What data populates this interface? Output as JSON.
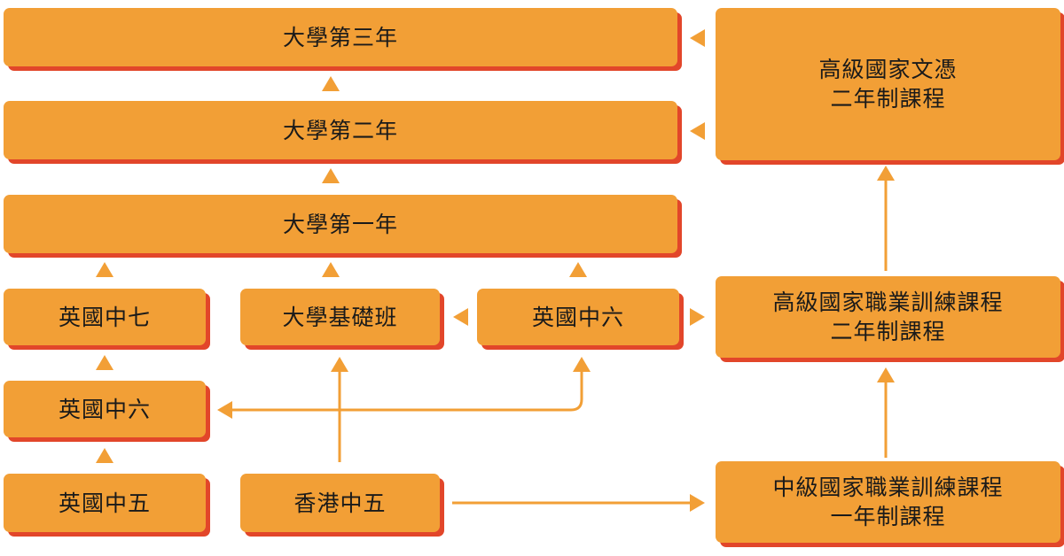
{
  "colors": {
    "box_fill": "#f29f36",
    "box_shadow": "#e2462a",
    "arrow": "#f29f36",
    "text": "#1a1a1a"
  },
  "nodes": {
    "uni3": "大學第三年",
    "uni2": "大學第二年",
    "uni1": "大學第一年",
    "hnd_line1": "高級國家文憑",
    "hnd_line2": "二年制課程",
    "uk_f7": "英國中七",
    "foundation": "大學基礎班",
    "uk_f6_top": "英國中六",
    "hnvq_line1": "高級國家職業訓練課程",
    "hnvq_line2": "二年制課程",
    "uk_f6": "英國中六",
    "uk_f5": "英國中五",
    "hk_f5": "香港中五",
    "invq_line1": "中級國家職業訓練課程",
    "invq_line2": "一年制課程"
  }
}
